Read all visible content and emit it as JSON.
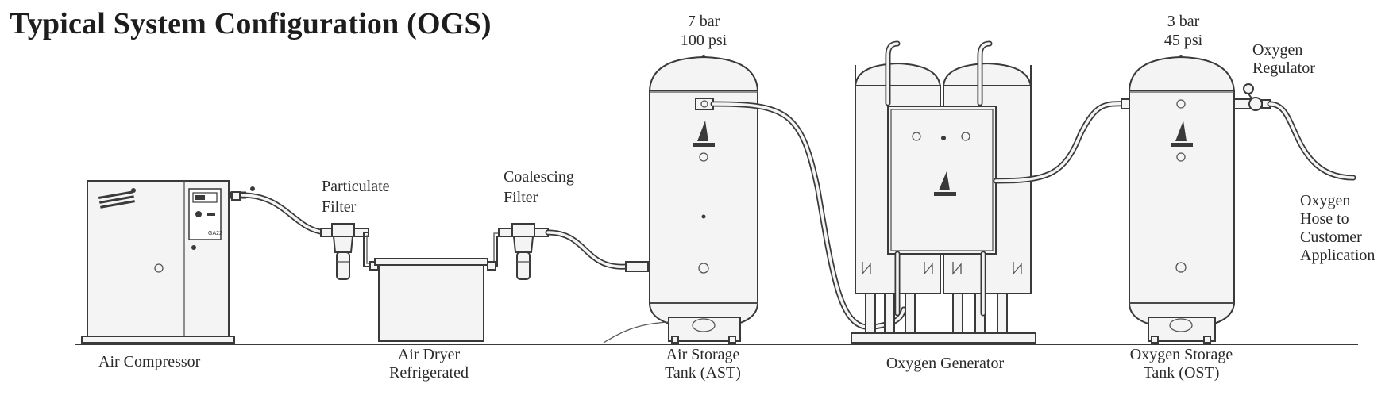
{
  "title": "Typical System Configuration (OGS)",
  "labels": {
    "air_compressor": "Air Compressor",
    "particulate_filter_line1": "Particulate",
    "particulate_filter_line2": "Filter",
    "coalescing_filter_line1": "Coalescing",
    "coalescing_filter_line2": "Filter",
    "air_dryer_line1": "Air Dryer",
    "air_dryer_line2": "Refrigerated",
    "ast_pressure_bar": "7 bar",
    "ast_pressure_psi": "100 psi",
    "ast_line1": "Air Storage",
    "ast_line2": "Tank (AST)",
    "oxygen_generator": "Oxygen Generator",
    "ost_pressure_bar": "3 bar",
    "ost_pressure_psi": "45 psi",
    "ost_line1": "Oxygen Storage",
    "ost_line2": "Tank (OST)",
    "regulator_line1": "Oxygen",
    "regulator_line2": "Regulator",
    "hose_line1": "Oxygen",
    "hose_line2": "Hose to",
    "hose_line3": "Customer",
    "hose_line4": "Application",
    "compressor_model": "GA22"
  },
  "colors": {
    "line": "#3a3a3a",
    "fill": "#f4f4f4",
    "background": "#ffffff"
  },
  "icons": [
    "air-compressor-icon",
    "particulate-filter-icon",
    "air-dryer-icon",
    "coalescing-filter-icon",
    "air-storage-tank-icon",
    "oxygen-generator-icon",
    "oxygen-storage-tank-icon",
    "oxygen-regulator-icon"
  ]
}
